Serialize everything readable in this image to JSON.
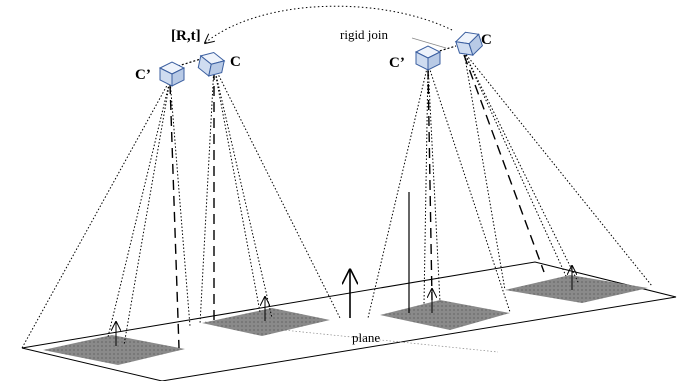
{
  "labels": {
    "rt": "[R,t]",
    "c_left": "C",
    "cprime_left": "C’",
    "c_right": "C",
    "cprime_right": "C’",
    "rigid": "rigid join",
    "plane": "plane"
  },
  "colors": {
    "cube": "#3b5fa0",
    "target": "#7f7f7f"
  }
}
